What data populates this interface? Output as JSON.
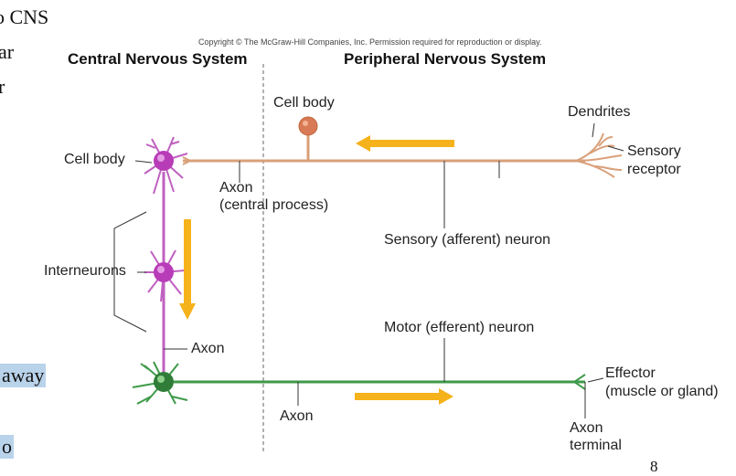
{
  "slide_fragments": {
    "line1": "o CNS",
    "line2": "ar",
    "line3": "r",
    "line4": "away",
    "line5": "o"
  },
  "copyright": "Copyright © The McGraw-Hill Companies, Inc. Permission required for reproduction or display.",
  "headings": {
    "cns": "Central Nervous System",
    "pns": "Peripheral Nervous System"
  },
  "labels": {
    "cell_body_pns": "Cell body",
    "cell_body_cns": "Cell body",
    "dendrites": "Dendrites",
    "sensory_receptor_1": "Sensory",
    "sensory_receptor_2": "receptor",
    "axon_central_1": "Axon",
    "axon_central_2": "(central process)",
    "sensory_neuron": "Sensory (afferent) neuron",
    "interneurons": "Interneurons",
    "motor_neuron": "Motor (efferent) neuron",
    "axon_inter": "Axon",
    "effector_1": "Effector",
    "effector_2": "(muscle or gland)",
    "axon_motor": "Axon",
    "axon_terminal_1": "Axon",
    "axon_terminal_2": "terminal"
  },
  "page_number": "8",
  "colors": {
    "sensory": "#d9a07a",
    "interneuron": "#c060c0",
    "motor": "#3f9a4a",
    "arrow": "#f5b21b",
    "highlight": "#b9d3ea"
  }
}
